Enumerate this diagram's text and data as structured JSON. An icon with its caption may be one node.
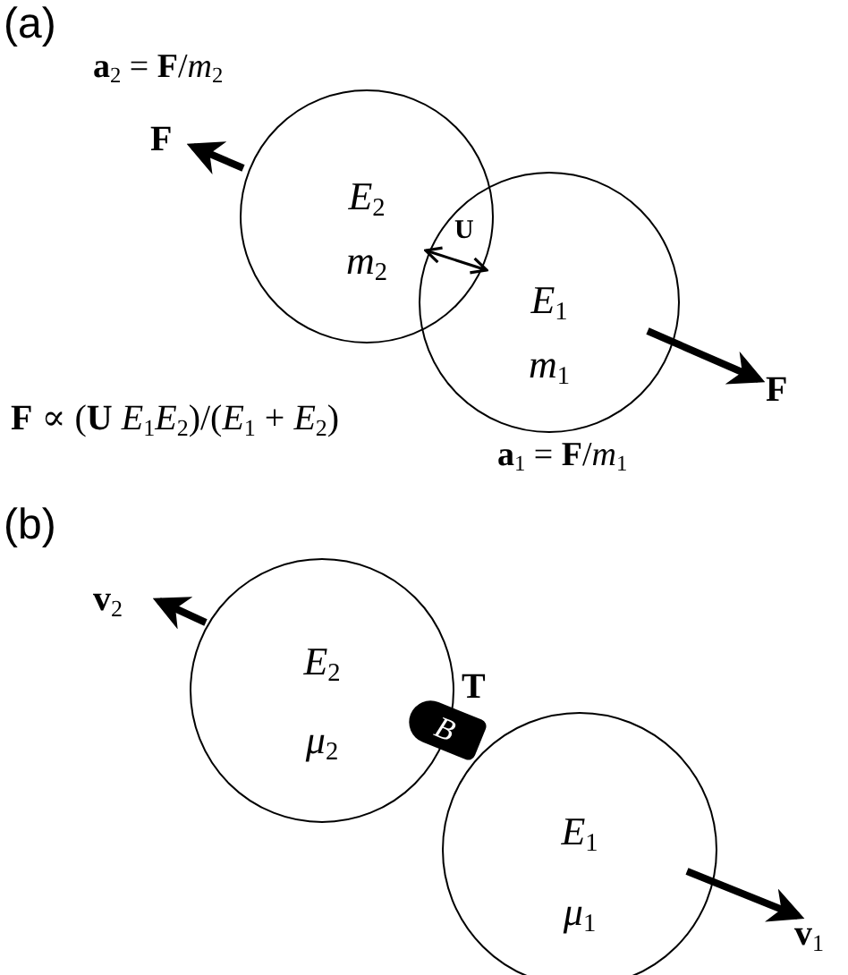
{
  "diagram": {
    "nodes": [
      {
        "text": [
          "*E*$_{2}$",
          "*m*$_{2}$"
        ]
      },
      {
        "text": [
          "*E*$_{1}$",
          "*m*$_{1}$"
        ]
      },
      {
        "text": [
          "*E*$_{2}$",
          "*μ*$_{2}$"
        ]
      },
      {
        "text": [
          "*E*$_{1}$",
          "*μ*$_{1}$"
        ]
      },
      {
        "text": [
          "*B*"
        ]
      }
    ],
    "labels": [
      "(a)",
      "**a**$_{2}$ = **F**/*m*$_{2}$",
      "F",
      "U",
      "F",
      "**F** ∝ (**U** *E*$_{1}$*E*$_{2}$)/(*E*$_{1}$ + *E*$_{2}$)",
      "**a**$_{1}$ = **F**/*m*$_{1}$",
      "(b)",
      "**v**$_{2}$",
      "T",
      "**v**$_{1}$"
    ]
  }
}
